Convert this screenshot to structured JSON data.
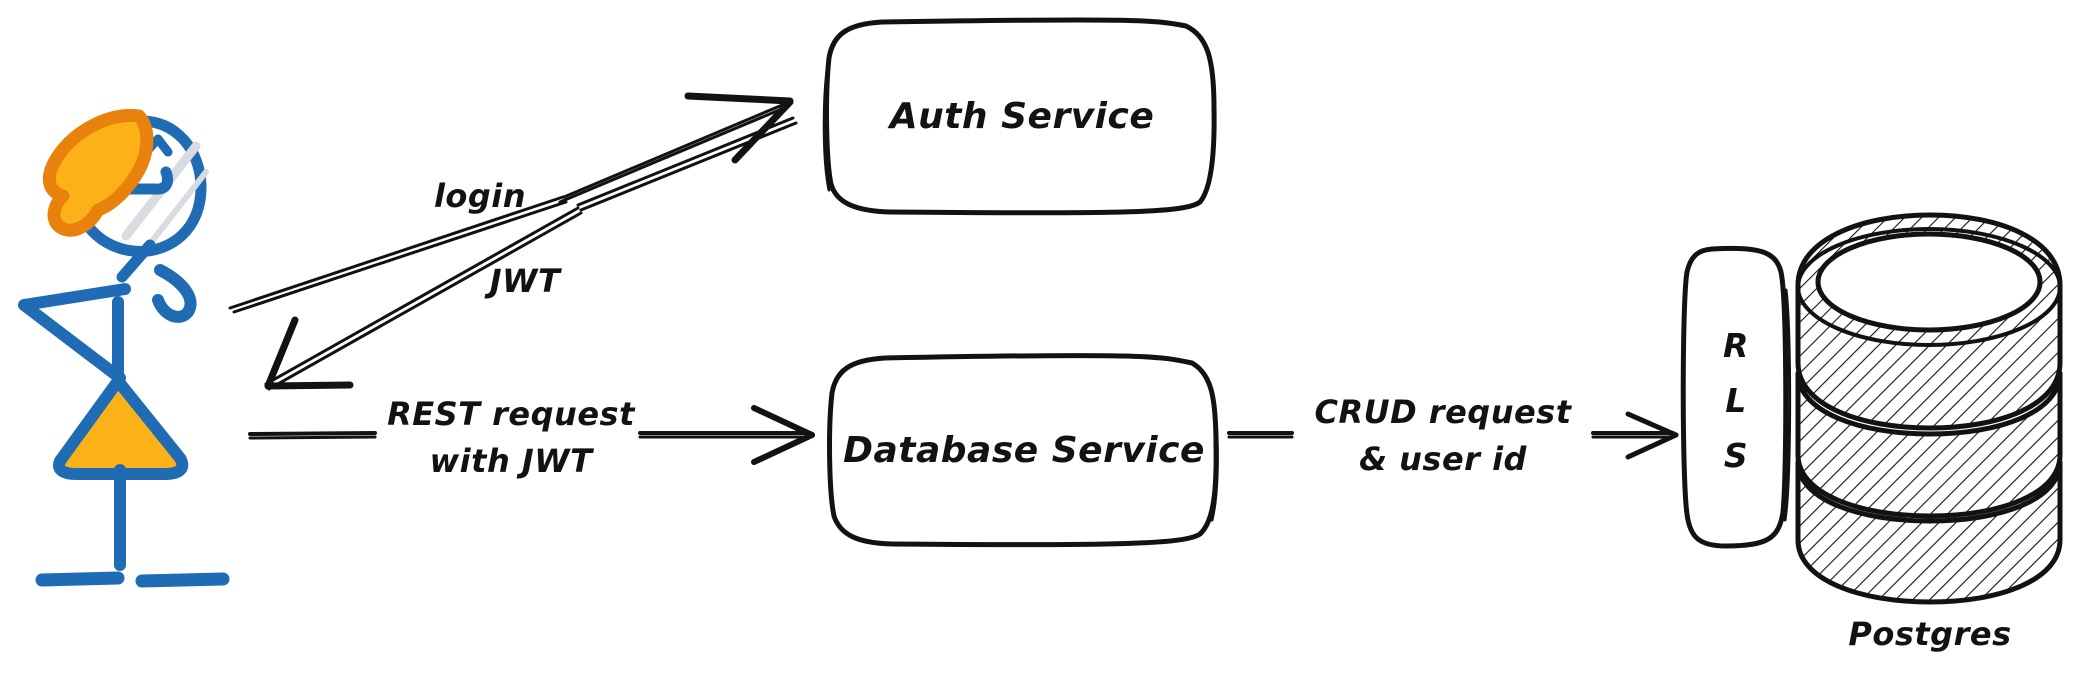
{
  "diagram": {
    "title": "Auth and database service flow with Postgres RLS",
    "type": "architecture-flow-diagram",
    "colors": {
      "stroke": "#121212",
      "actor_blue": "#1F6CB4",
      "accent_orange": "#E8820C",
      "accent_yellow": "#FBB117",
      "background": "#FFFFFF"
    }
  },
  "actor": {
    "name": "user-stick-figure",
    "description": "hand-drawn blue stick figure with orange hair bow and yellow skirt"
  },
  "nodes": [
    {
      "id": "auth-service",
      "label": "Auth Service",
      "shape": "rounded-rect"
    },
    {
      "id": "database-service",
      "label": "Database Service",
      "shape": "rounded-rect"
    },
    {
      "id": "rls",
      "label_lines": [
        "R",
        "L",
        "S"
      ],
      "shape": "rounded-rect-vertical"
    },
    {
      "id": "postgres",
      "label": "Postgres",
      "shape": "database-cylinder"
    }
  ],
  "edges": [
    {
      "id": "login",
      "label_lines": [
        "login"
      ],
      "from": "user",
      "to": "auth-service",
      "direction": "forward"
    },
    {
      "id": "jwt",
      "label_lines": [
        "JWT"
      ],
      "from": "auth-service",
      "to": "user",
      "direction": "backward"
    },
    {
      "id": "rest-request",
      "label_lines": [
        "REST request",
        "with JWT"
      ],
      "from": "user",
      "to": "database-service",
      "direction": "forward"
    },
    {
      "id": "crud-request",
      "label_lines": [
        "CRUD request",
        "& user id"
      ],
      "from": "database-service",
      "to": "rls",
      "direction": "forward"
    }
  ],
  "labels": {
    "auth_service": "Auth Service",
    "database_service": "Database Service",
    "rls_r": "R",
    "rls_l": "L",
    "rls_s": "S",
    "postgres": "Postgres",
    "login": "login",
    "jwt": "JWT",
    "rest_line1": "REST request",
    "rest_line2": "with JWT",
    "crud_line1": "CRUD request",
    "crud_line2": "& user id"
  }
}
